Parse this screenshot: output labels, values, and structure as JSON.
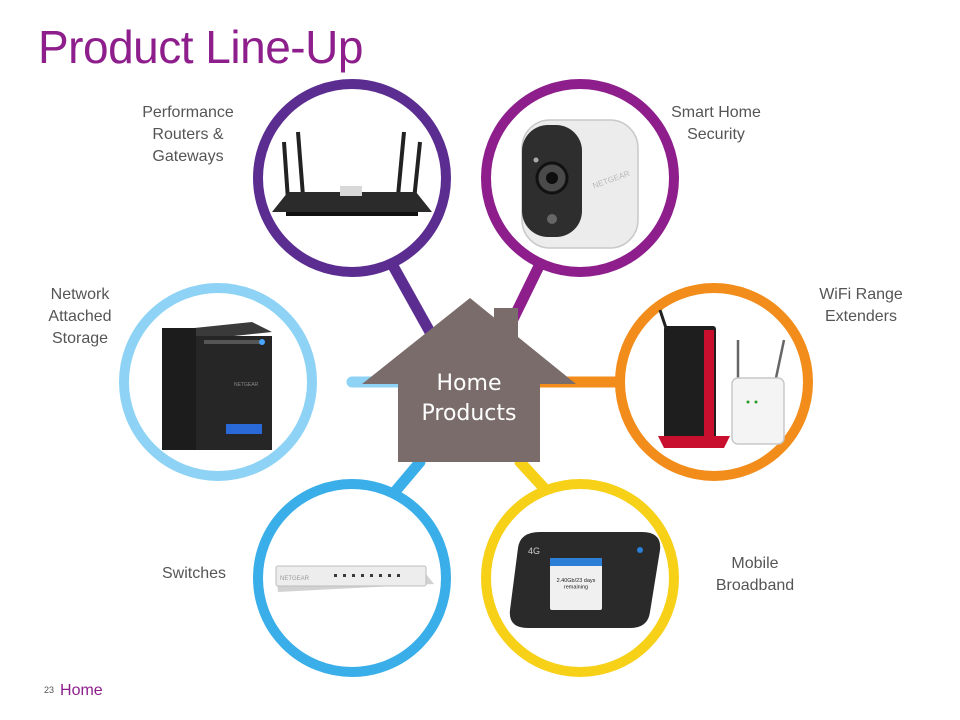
{
  "title": "Product Line-Up",
  "hub": {
    "line1": "Home",
    "line2": "Products"
  },
  "products": [
    {
      "id": "routers",
      "label": "Performance\nRouters &\nGateways",
      "color": "#5c2d91",
      "icon": "router-icon"
    },
    {
      "id": "security",
      "label": "Smart Home\nSecurity",
      "color": "#8d1e8c",
      "icon": "security-camera-icon"
    },
    {
      "id": "nas",
      "label": "Network\nAttached\nStorage",
      "color": "#8ed3f5",
      "icon": "nas-icon"
    },
    {
      "id": "wifi",
      "label": "WiFi Range\nExtenders",
      "color": "#f28c1a",
      "icon": "range-extender-icon"
    },
    {
      "id": "switches",
      "label": "Switches",
      "color": "#3aaee8",
      "icon": "switch-icon"
    },
    {
      "id": "mobile",
      "label": "Mobile\nBroadband",
      "color": "#f7d018",
      "icon": "mobile-hotspot-icon"
    }
  ],
  "device_text": {
    "brand": "NETGEAR",
    "mobile_network": "4G",
    "mobile_screen": "2.40Gb/23 days\nremaining"
  },
  "footer": {
    "page_number": "23",
    "section": "Home"
  },
  "colors": {
    "title": "#8d1e8c",
    "house": "#7a6c6a"
  }
}
